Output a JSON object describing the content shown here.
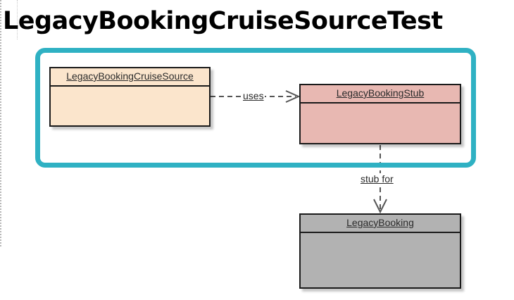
{
  "title": "LegacyBookingCruiseSourceTest",
  "colors": {
    "highlight": "#2fb1c3",
    "cruise_source_fill": "#fbe5cc",
    "stub_fill": "#e8b8b2",
    "booking_fill": "#b2b2b2"
  },
  "classes": {
    "cruise_source": "LegacyBookingCruiseSource",
    "stub": "LegacyBookingStub",
    "booking": "LegacyBooking"
  },
  "relations": {
    "uses": "uses",
    "stub_for": "stub for"
  }
}
